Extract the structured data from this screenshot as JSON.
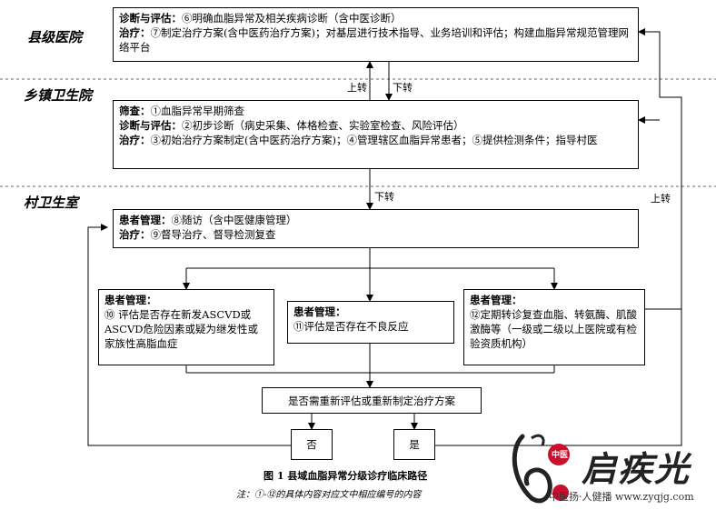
{
  "levels": {
    "county": "县级医院",
    "township": "乡镇卫生院",
    "village": "村卫生室"
  },
  "county_box": {
    "line1_label": "诊断与评估：",
    "line1_text": "⑥明确血脂异常及相关疾病诊断（含中医诊断）",
    "line2_label": "治疗：",
    "line2_text": "⑦制定治疗方案(含中医药治疗方案)；对基层进行技术指导、业务培训和评估；构建血脂异常规范管理网络平台"
  },
  "township_box": {
    "line1_label": "筛查：",
    "line1_text": "①血脂异常早期筛查",
    "line2_label": "诊断与评估：",
    "line2_text": "②初步诊断（病史采集、体格检查、实验室检查、风险评估）",
    "line3_label": "治疗：",
    "line3_text": "③初始治疗方案制定(含中医药治疗方案)；④管理辖区血脂异常患者；⑤提供检测条件；指导村医"
  },
  "village_box": {
    "line1_label": "患者管理：",
    "line1_text": "⑧随访（含中医健康管理）",
    "line2_label": "治疗：",
    "line2_text": "⑨督导治疗、督导检测复查"
  },
  "branch_left": {
    "label": "患者管理：",
    "text": "⑩ 评估是否存在新发ASCVD或ASCVD危险因素或疑为继发性或家族性高脂血症"
  },
  "branch_mid": {
    "label": "患者管理：",
    "text": "⑪评估是否存在不良反应"
  },
  "branch_right": {
    "label": "患者管理：",
    "text": "⑫定期转诊复查血脂、转氨酶、肌酸激酶等（一级或二级以上医院或有检验资质机构）"
  },
  "decision": "是否需重新评估或重新制定治疗方案",
  "no_label": "否",
  "yes_label": "是",
  "arrows": {
    "up1": "上转",
    "down1": "下转",
    "down2": "下转",
    "up2": "上转"
  },
  "caption": "图 1  县域血脂异常分级诊疗临床路径",
  "note": "注：①-⑫的具体内容对应文中相应编号的内容",
  "watermark": {
    "seal": "中医",
    "brand": "启疾光",
    "site": "中医扬·人健播  www.zyqjg.com"
  },
  "colors": {
    "line": "#000000",
    "dash": "#666666"
  }
}
